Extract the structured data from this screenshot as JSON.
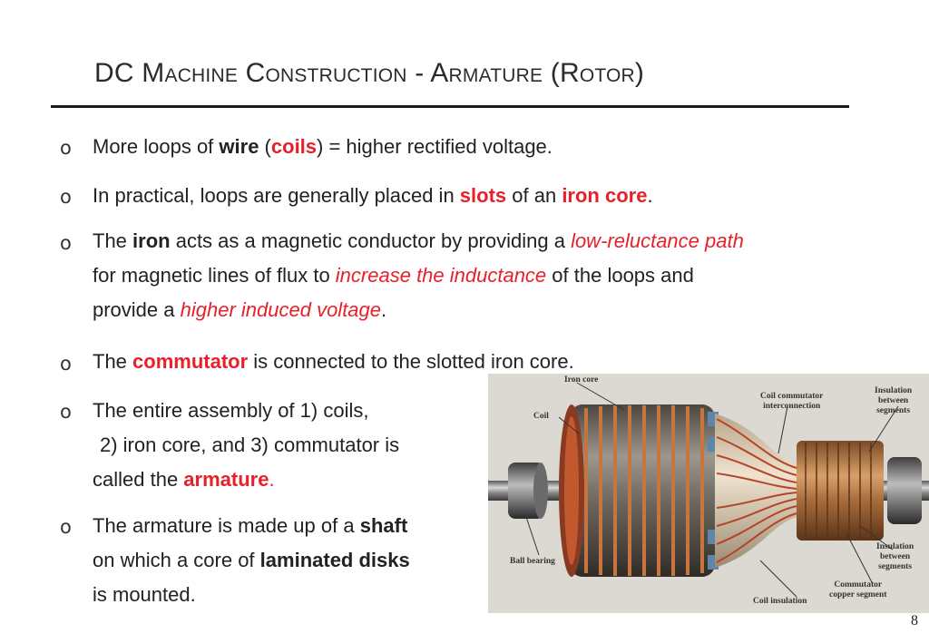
{
  "title": {
    "dc": "DC",
    "m": "M",
    "achine": "ACHINE",
    "c": "C",
    "onstruction": "ONSTRUCTION",
    "dash": "-",
    "a": "A",
    "rmature": "RMATURE",
    "paren_open": "(R",
    "otor": "OTOR",
    "paren_close": ")"
  },
  "bullets": {
    "marker": "o",
    "b1": {
      "t1": "More loops of ",
      "wire": "wire",
      "t2": " (",
      "coils": "coils",
      "t3": ") = higher rectified voltage."
    },
    "b2": {
      "t1": "In practical, loops are generally placed in ",
      "slots": "slots",
      "t2": " of an ",
      "iron_core": "iron core",
      "t3": "."
    },
    "b3": {
      "l1_t1": "The ",
      "l1_iron": "iron",
      "l1_t2": " acts as a magnetic conductor by providing a ",
      "l1_path": "low-reluctance path",
      "l2_t1": "for magnetic lines of flux to ",
      "l2_inc": "increase the inductance",
      "l2_t2": " of the loops and",
      "l3_t1": "provide a ",
      "l3_higher": "higher induced voltage",
      "l3_t2": "."
    },
    "b4": {
      "t1": "The ",
      "commutator": "commutator",
      "t2": " is connected to the slotted iron core."
    },
    "b5": {
      "l1": "The entire assembly of 1) coils,",
      "l2": "2) iron core, and 3) commutator is",
      "l3_t1": "called the ",
      "l3_arm": "armature",
      "l3_t2": "."
    },
    "b6": {
      "l1_t1": "The armature is made up of a ",
      "l1_shaft": "shaft",
      "l2_t1": "on which a core of ",
      "l2_disks": "laminated disks",
      "l3": "is mounted."
    }
  },
  "photo_labels": {
    "iron_core": "Iron core",
    "coil": "Coil",
    "coil_comm_1": "Coil commutator",
    "coil_comm_2": "interconnection",
    "insul_top_1": "Insulation",
    "insul_top_2": "between",
    "insul_top_3": "segments",
    "ball_bearing": "Ball bearing",
    "insul_bot_1": "Insulation",
    "insul_bot_2": "between",
    "insul_bot_3": "segments",
    "comm_seg_1": "Commutator",
    "comm_seg_2": "copper segment",
    "coil_insulation": "Coil insulation"
  },
  "page_number": "8",
  "colors": {
    "accent_red": "#e8202a",
    "text": "#222222",
    "rule": "#1a1a1a"
  }
}
